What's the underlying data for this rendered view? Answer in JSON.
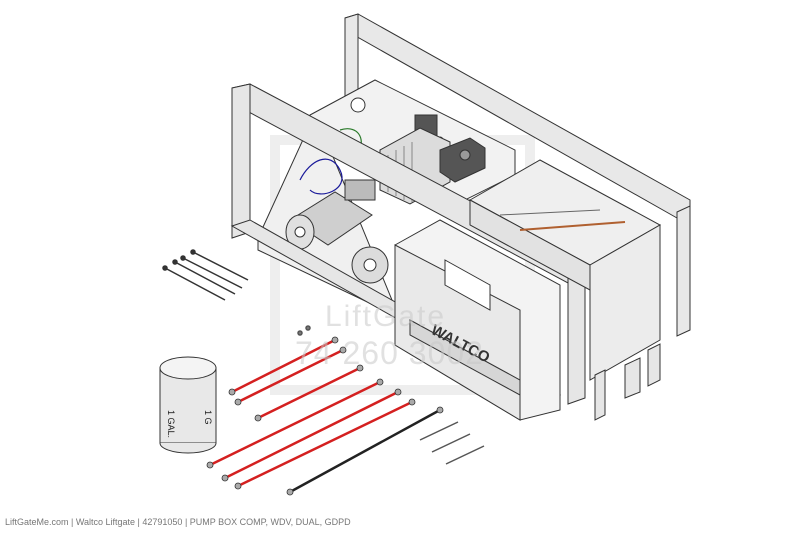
{
  "footer": {
    "caption": "LiftGateMe.com | Waltco Liftgate | 42791050 | PUMP BOX COMP, WDV, DUAL, GDPD"
  },
  "watermark": {
    "brand": "LiftGate",
    "phone": "74 260 3002"
  },
  "parts": {
    "oil_can_label_left": "1 GAL.",
    "oil_can_label_right": "1 G",
    "box_brand": "WALTCO"
  },
  "colors": {
    "red_cable": "#d42020",
    "black_cable": "#222222",
    "frame": "#e6e6e6",
    "outline": "#333333"
  }
}
